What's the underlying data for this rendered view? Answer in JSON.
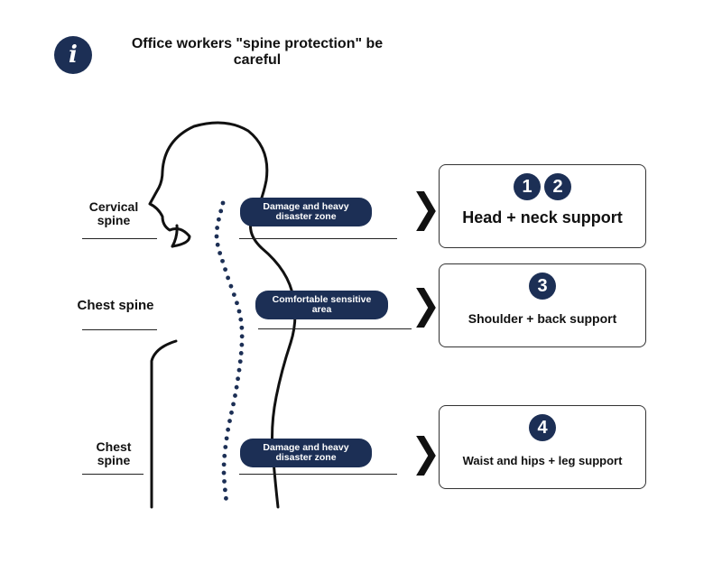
{
  "title": "Office workers \"spine protection\" be careful",
  "icon": "info-icon",
  "accent_color": "#1c2f55",
  "labels": {
    "cervical": "Cervical spine",
    "chest_mid": "Chest spine",
    "chest_low": "Chest spine"
  },
  "zones": {
    "top": "Damage and heavy disaster zone",
    "middle": "Comfortable sensitive area",
    "bottom": "Damage and heavy disaster zone"
  },
  "supports": [
    {
      "numbers": [
        "1",
        "2"
      ],
      "text": "Head + neck support"
    },
    {
      "numbers": [
        "3"
      ],
      "text": "Shoulder + back support"
    },
    {
      "numbers": [
        "4"
      ],
      "text": "Waist and hips + leg support"
    }
  ]
}
